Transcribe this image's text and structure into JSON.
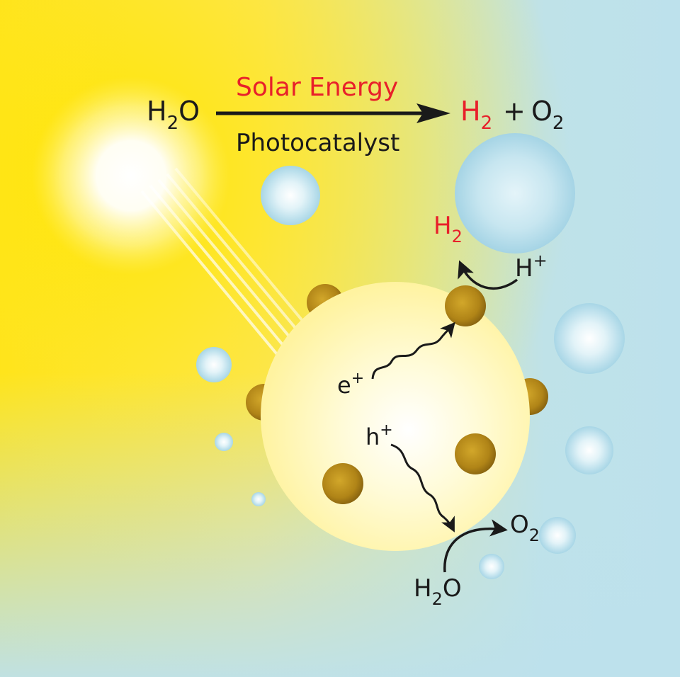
{
  "equation": {
    "reactant": "H",
    "reactant_sub": "2",
    "reactant_tail": "O",
    "energy_label": "Solar Energy",
    "catalyst_label": "Photocatalyst",
    "product_h": "H",
    "product_h_sub": "2",
    "plus": "+",
    "product_o": "O",
    "product_o_sub": "2"
  },
  "labels": {
    "h2_out": "H",
    "h2_out_sub": "2",
    "h_plus": "H",
    "h_plus_sup": "+",
    "electron": "e",
    "electron_sup": "+",
    "hole": "h",
    "hole_sup": "+",
    "o2_out": "O",
    "o2_out_sub": "2",
    "h2o_in": "H",
    "h2o_in_sub": "2",
    "h2o_in_tail": "O"
  },
  "colors": {
    "highlight": "#e8202a",
    "text": "#1a1a1a",
    "sun": "#ffe81a",
    "water": "#bde3ee",
    "particle": "#fff7b0",
    "cocatalyst": "#b8901c"
  }
}
